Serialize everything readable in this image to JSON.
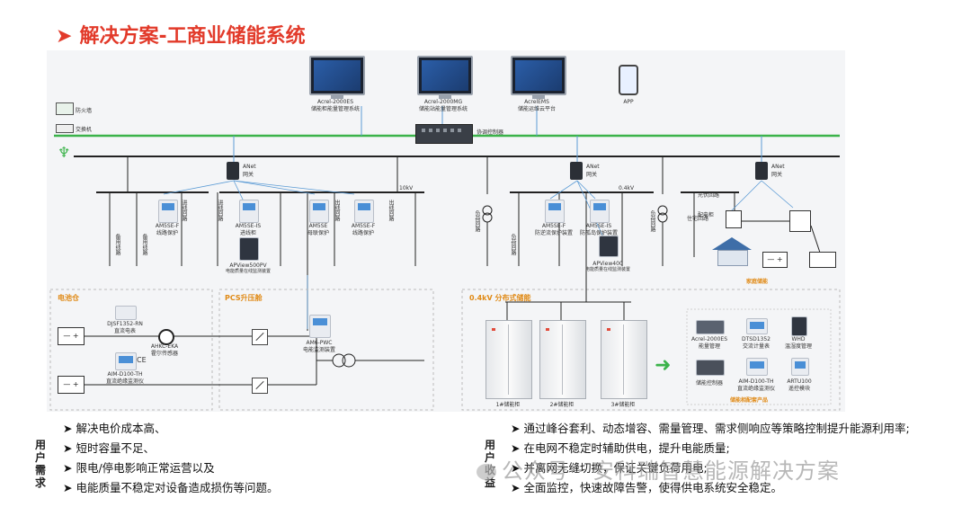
{
  "title": "解决方案-工商业储能系统",
  "top_systems": [
    {
      "name": "Acrel-2000ES",
      "desc": "储能柜能量管理系统"
    },
    {
      "name": "Acrel-2000MG",
      "desc": "储能站能量管理系统"
    },
    {
      "name": "AcrelEMS",
      "desc": "储能运维云平台"
    },
    {
      "name": "APP",
      "desc": ""
    }
  ],
  "network": {
    "firewall": "防火墙",
    "switch": "交换机",
    "coordinator": "协调控制器"
  },
  "gateways": [
    {
      "name": "ANet",
      "desc": "网关"
    },
    {
      "name": "ANet",
      "desc": "网关"
    },
    {
      "name": "ANet",
      "desc": "网关"
    }
  ],
  "voltage_labels": {
    "left": "10kV",
    "right": "0.4kV"
  },
  "left_devices": [
    {
      "name": "AM5SE-F",
      "desc": "线路保护"
    },
    {
      "name": "AM5SE-IS",
      "desc": "进线柜"
    },
    {
      "name": "AM5SE",
      "desc": "母联保护"
    },
    {
      "name": "AM5SE-F",
      "desc": "线路保护"
    }
  ],
  "left_meter": {
    "name": "APView500PV",
    "desc": "电能质量在线监测装置"
  },
  "left_feeders": [
    "备用线路",
    "备用线路",
    "进线回路",
    "进线回路",
    "出线回路",
    "出线回路"
  ],
  "right_devices": [
    {
      "name": "AM5SE-F",
      "desc": "防逆流保护装置"
    },
    {
      "name": "AM5SE-IS",
      "desc": "防孤岛保护装置"
    }
  ],
  "right_meter": {
    "name": "APView400",
    "desc": "电能质量在线监测装置"
  },
  "right_feeders": [
    "负荷回路",
    "负荷回路",
    "负荷回路",
    "光伏回路",
    "配电柜"
  ],
  "home": {
    "title": "家庭储能",
    "circuit": "住宅回路"
  },
  "panels": {
    "battery": "电池仓",
    "pcs": "PCS升压舱",
    "distributed": "0.4kV 分布式储能",
    "accessories": "储能相配套产品"
  },
  "battery_devices": [
    {
      "name": "DJSF1352-RN",
      "desc": "直流电表"
    },
    {
      "name": "AHKC-EKA",
      "desc": "霍尔传感器"
    },
    {
      "name": "AIM-D100-TH",
      "desc": "直流绝缘监测仪"
    }
  ],
  "pcs_device": {
    "name": "AM6-PWC",
    "desc": "电能监测装置"
  },
  "cabinets": [
    "1#储能柜",
    "2#储能柜",
    "3#储能柜"
  ],
  "accessory_products": [
    {
      "name": "Acrel-2000ES",
      "desc": "能量管理"
    },
    {
      "name": "DTSD1352",
      "desc": "交流计量表"
    },
    {
      "name": "WHD",
      "desc": "温湿度管理"
    },
    {
      "name": "储能控制器",
      "desc": ""
    },
    {
      "name": "AIM-D100-TH",
      "desc": "直流绝缘监测仪"
    },
    {
      "name": "ARTU100",
      "desc": "遥控模块"
    }
  ],
  "user_needs": {
    "heading": "用户需求",
    "items": [
      "解决电价成本高、",
      "短时容量不足、",
      "限电/停电影响正常运营以及",
      "电能质量不稳定对设备造成损伤等问题。"
    ]
  },
  "user_benefits": {
    "heading": "用户收益",
    "items": [
      "通过峰谷套利、动态增容、需量管理、需求侧响应等策略控制提升能源利用率;",
      "在电网不稳定时辅助供电，提升电能质量;",
      "并离网无缝切换，保证关键负荷用电;",
      "全面监控，快速故障告警，使得供电系统安全稳定。"
    ]
  },
  "watermark": "公众号 · 安科瑞智慧能源解决方案",
  "colors": {
    "title": "#e23a2a",
    "green_bus": "#3bb34a",
    "blue_comm": "#5b9bd5",
    "panel_label": "#e08a16"
  }
}
